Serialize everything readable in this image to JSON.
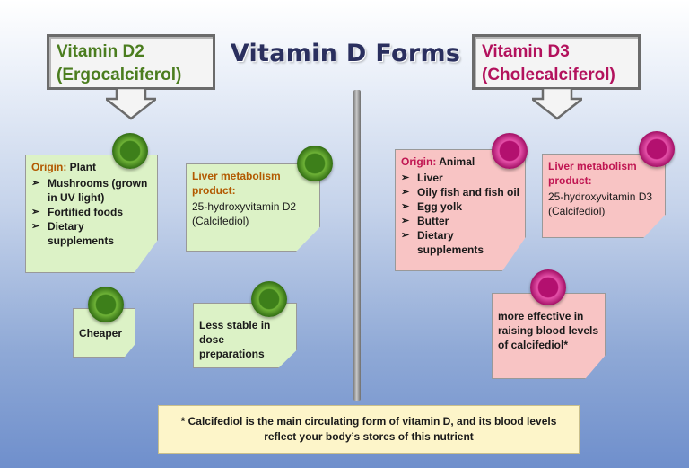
{
  "title": "Vitamin D Forms",
  "d2": {
    "label_line1": "Vitamin D2",
    "label_line2": "(Ergocalciferol)",
    "origin_label": "Origin:",
    "origin_value": "Plant",
    "origin_items": [
      "Mushrooms (grown in UV light)",
      "Fortified foods",
      "Dietary supplements"
    ],
    "liver_label": "Liver metabolism product:",
    "liver_value": "25-hydroxyvitamin D2 (Calcifediol)",
    "note_cheaper": "Cheaper",
    "note_stable": "Less stable in dose preparations"
  },
  "d3": {
    "label_line1": "Vitamin D3",
    "label_line2": "(Cholecalciferol)",
    "origin_label": "Origin:",
    "origin_value": "Animal",
    "origin_items": [
      "Liver",
      "Oily fish and fish oil",
      "Egg yolk",
      "Butter",
      "Dietary supplements"
    ],
    "liver_label": "Liver metabolism product:",
    "liver_value": "25-hydroxyvitamin D3 (Calcifediol)",
    "note_effective": "more effective in raising blood levels of calcifediol*"
  },
  "footnote": "* Calcifediol is the main circulating form of vitamin D, and its blood levels reflect your body’s stores of this nutrient",
  "colors": {
    "d2_accent": "#4b7d1f",
    "d3_accent": "#b3125d",
    "note_green": "#dcf2c6",
    "note_pink": "#f8c4c4",
    "footnote_bg": "#fdf5c9"
  }
}
